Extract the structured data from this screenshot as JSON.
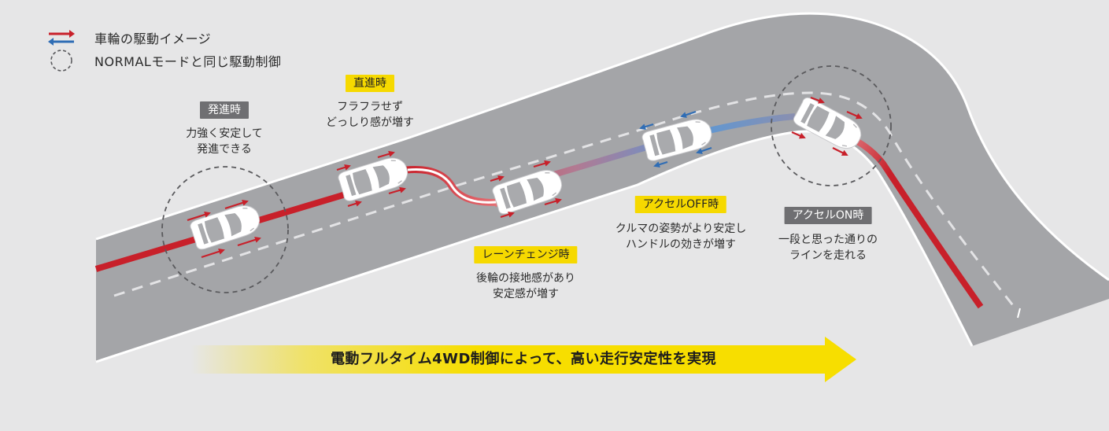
{
  "legend": {
    "drive_image_label": "車輪の駆動イメージ",
    "normal_mode_label": "NORMALモードと同じ駆動制御"
  },
  "scenes": {
    "start": {
      "badge": "発進時",
      "line1": "力強く安定して",
      "line2": "発進できる"
    },
    "straight": {
      "badge": "直進時",
      "line1": "フラフラせず",
      "line2": "どっしり感が増す"
    },
    "lane_change": {
      "badge": "レーンチェンジ時",
      "line1": "後輪の接地感があり",
      "line2": "安定感が増す"
    },
    "accel_off": {
      "badge": "アクセルOFF時",
      "line1": "クルマの姿勢がより安定し",
      "line2": "ハンドルの効きが増す"
    },
    "accel_on": {
      "badge": "アクセルON時",
      "line1": "一段と思った通りの",
      "line2": "ラインを走れる"
    }
  },
  "banner": {
    "text": "電動フルタイム4WD制御によって、高い走行安定性を実現"
  },
  "colors": {
    "drive_red": "#c8202a",
    "drive_blue": "#2f6db5",
    "road": "#a4a5a8",
    "road_edge": "#ffffff",
    "badge_yellow": "#f6d900",
    "badge_gray": "#6f6f72",
    "banner_yellow": "#f7de00"
  }
}
